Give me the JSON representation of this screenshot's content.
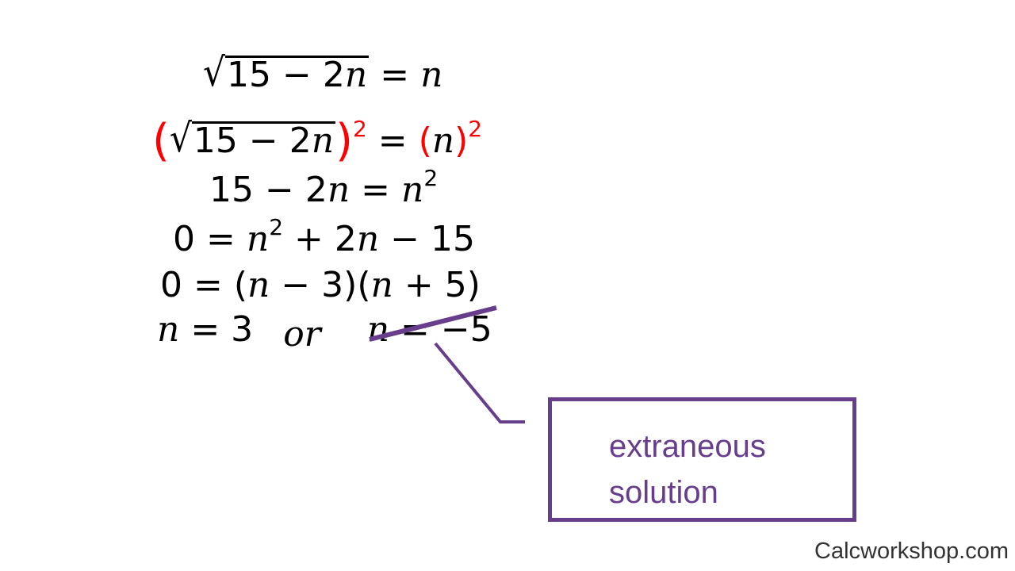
{
  "equations": {
    "line1": {
      "radicand": "15 − 2",
      "var": "n",
      "rhs_eq": " = ",
      "rhs_var": "n"
    },
    "line2": {
      "lparen": "(",
      "radicand": "15 − 2",
      "var": "n",
      "rparen": ")",
      "exp": "2",
      "eq": " = ",
      "rhs_lparen": "(",
      "rhs_var": "n",
      "rhs_rparen": ")",
      "rhs_exp": "2"
    },
    "line3": {
      "lhs": "15 − 2",
      "var": "n",
      "eq": " = ",
      "rhs_var": "n",
      "exp": "2"
    },
    "line4": {
      "lhs": "0 = ",
      "var1": "n",
      "exp": "2",
      "rest1": " + 2",
      "var2": "n",
      "rest2": " − 15"
    },
    "line5": {
      "lhs": "0 = (",
      "var1": "n",
      "mid": " − 3)(",
      "var2": "n",
      "end": " + 5)"
    },
    "line6": {
      "var1": "n",
      "sol1": " = 3",
      "or": "or",
      "var2": "n",
      "sol2": " = −5"
    }
  },
  "callout": {
    "line1": "extraneous",
    "line2": "solution"
  },
  "watermark": "Calcworkshop.com",
  "colors": {
    "accent": "#673e8c",
    "highlight": "#ff0000"
  }
}
